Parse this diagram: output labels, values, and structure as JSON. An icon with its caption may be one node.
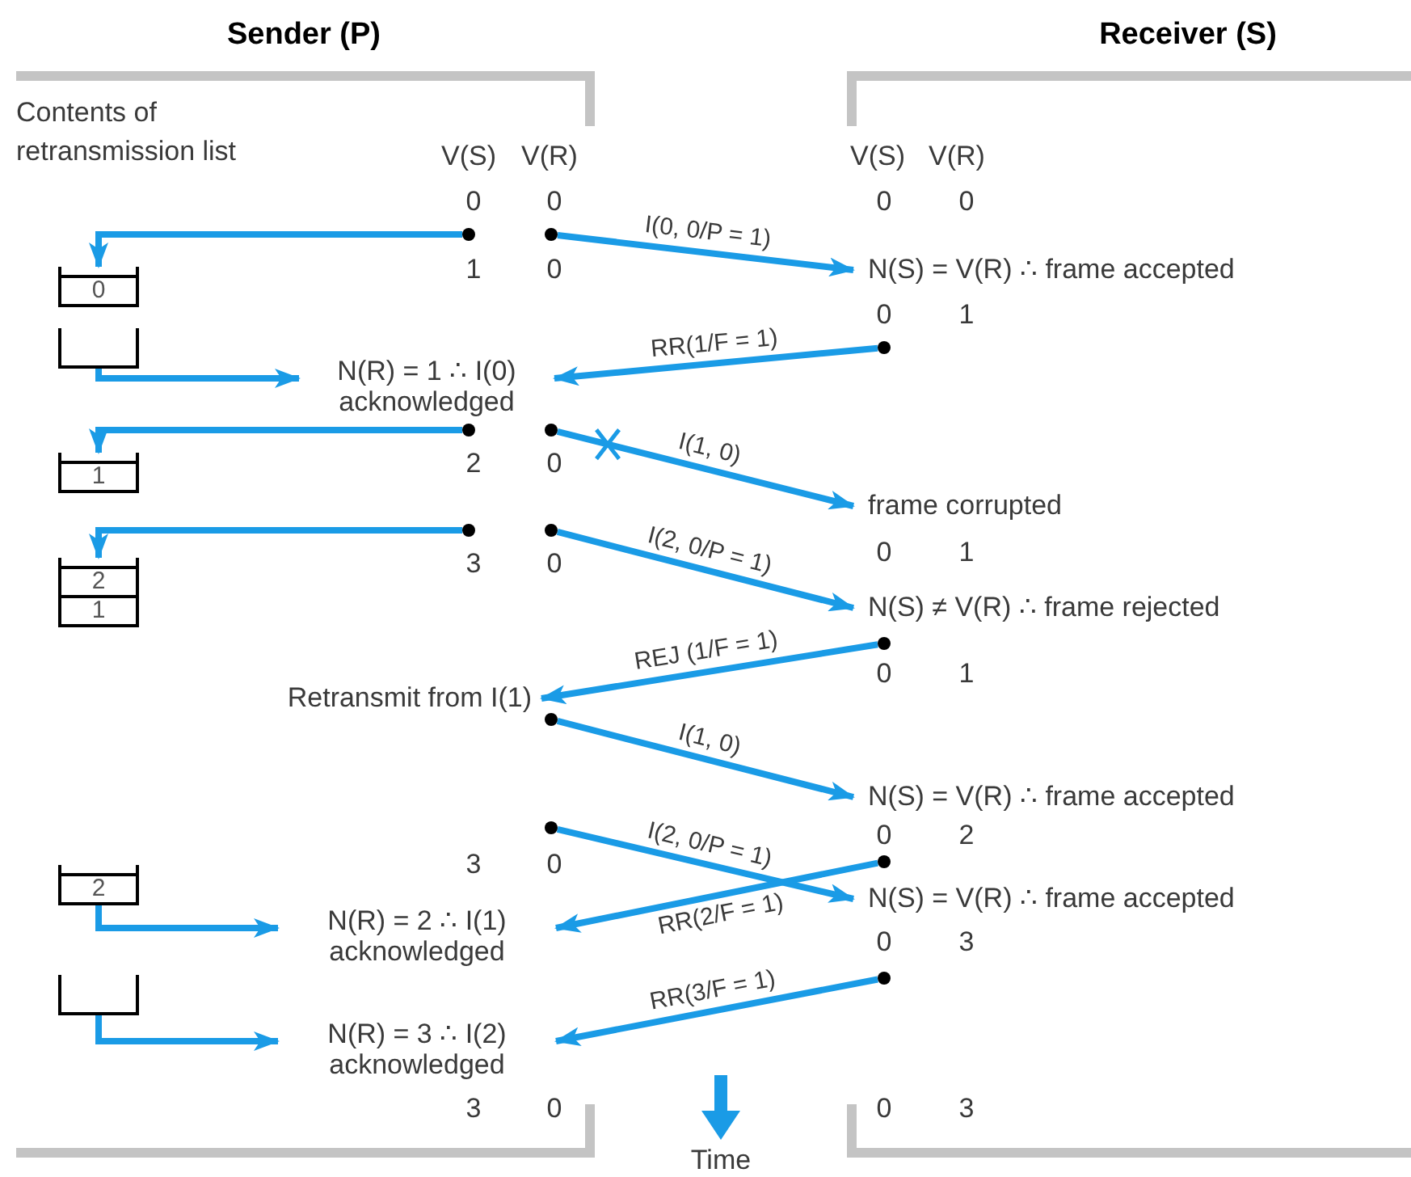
{
  "diagram": {
    "nodes": [
      {
        "text": [],
        "shape": "circle"
      },
      {
        "text": [],
        "shape": "circle"
      },
      {
        "text": [
          "0"
        ]
      },
      {
        "text": [
          "N(S) = V(R) ∴ frame accepted"
        ]
      },
      {
        "text": [],
        "shape": "circle"
      },
      {
        "text": [],
        "shape": "box"
      },
      {
        "text": [
          "N(R) = 1 ∴ I(0) acknowledged"
        ]
      },
      {
        "text": [],
        "shape": "circle"
      },
      {
        "text": [],
        "shape": "circle"
      },
      {
        "text": [
          "1"
        ]
      },
      {
        "text": [
          "frame corrupted"
        ]
      },
      {
        "text": [],
        "shape": "circle"
      },
      {
        "text": [],
        "shape": "circle"
      },
      {
        "text": [
          "2",
          "1"
        ]
      },
      {
        "text": [
          "N(S) ≠ V(R) ∴ frame rejected"
        ]
      },
      {
        "text": [],
        "shape": "circle"
      },
      {
        "text": [
          "Retransmit from I(1)"
        ]
      },
      {
        "text": [],
        "shape": "circle"
      },
      {
        "text": [
          "N(S) = V(R) ∴ frame accepted"
        ]
      },
      {
        "text": [],
        "shape": "circle"
      },
      {
        "text": [],
        "shape": "circle"
      },
      {
        "text": [
          "2"
        ]
      },
      {
        "text": [
          "N(S) = V(R) ∴ frame accepted"
        ]
      },
      {
        "text": [
          "N(R) = 2 ∴ I(1) acknowledged"
        ]
      },
      {
        "text": [],
        "shape": "circle"
      },
      {
        "text": [],
        "shape": "box"
      },
      {
        "text": [
          "N(R) = 3 ∴ I(2) acknowledged"
        ]
      }
    ],
    "edges": [
      {
        "from": 0,
        "to": 2,
        "arrow": "to"
      },
      {
        "from": 1,
        "to": 3,
        "arrow": "to",
        "label": "I(0, 0/P = 1)"
      },
      {
        "from": 4,
        "to": 6,
        "arrow": "to",
        "label": "RR(1/F = 1)"
      },
      {
        "from": 5,
        "to": 6,
        "arrow": "to"
      },
      {
        "from": 7,
        "to": 9,
        "arrow": "to"
      },
      {
        "from": 8,
        "to": 10,
        "arrow": "to",
        "label": "I(1, 0)"
      },
      {
        "from": 11,
        "to": 13,
        "arrow": "to"
      },
      {
        "from": 12,
        "to": 14,
        "arrow": "to",
        "label": "I(2, 0/P = 1)"
      },
      {
        "from": 15,
        "to": 16,
        "arrow": "to",
        "label": "REJ (1/F = 1)"
      },
      {
        "from": 17,
        "to": 18,
        "arrow": "to",
        "label": "I(1, 0)"
      },
      {
        "from": 19,
        "to": 22,
        "arrow": "to",
        "label": "I(2, 0/P = 1)"
      },
      {
        "from": 20,
        "to": 23,
        "arrow": "to",
        "label": "RR(2/F = 1)"
      },
      {
        "from": 21,
        "to": 23,
        "arrow": "to"
      },
      {
        "from": 24,
        "to": 26,
        "arrow": "to",
        "label": "RR(3/F = 1)"
      },
      {
        "from": 25,
        "to": 26,
        "arrow": "to"
      }
    ],
    "labels": [
      "Sender (P)",
      "Receiver (S)",
      "Contents of retransmission list",
      "V(S)",
      "V(R)",
      "V(S)",
      "V(R)",
      "0",
      "0",
      "0",
      "0",
      "1",
      "0",
      "0",
      "1",
      "2",
      "0",
      "0",
      "1",
      "3",
      "0",
      "0",
      "1",
      "0",
      "2",
      "3",
      "0",
      "0",
      "3",
      "3",
      "0",
      "0",
      "3",
      "Time"
    ]
  }
}
